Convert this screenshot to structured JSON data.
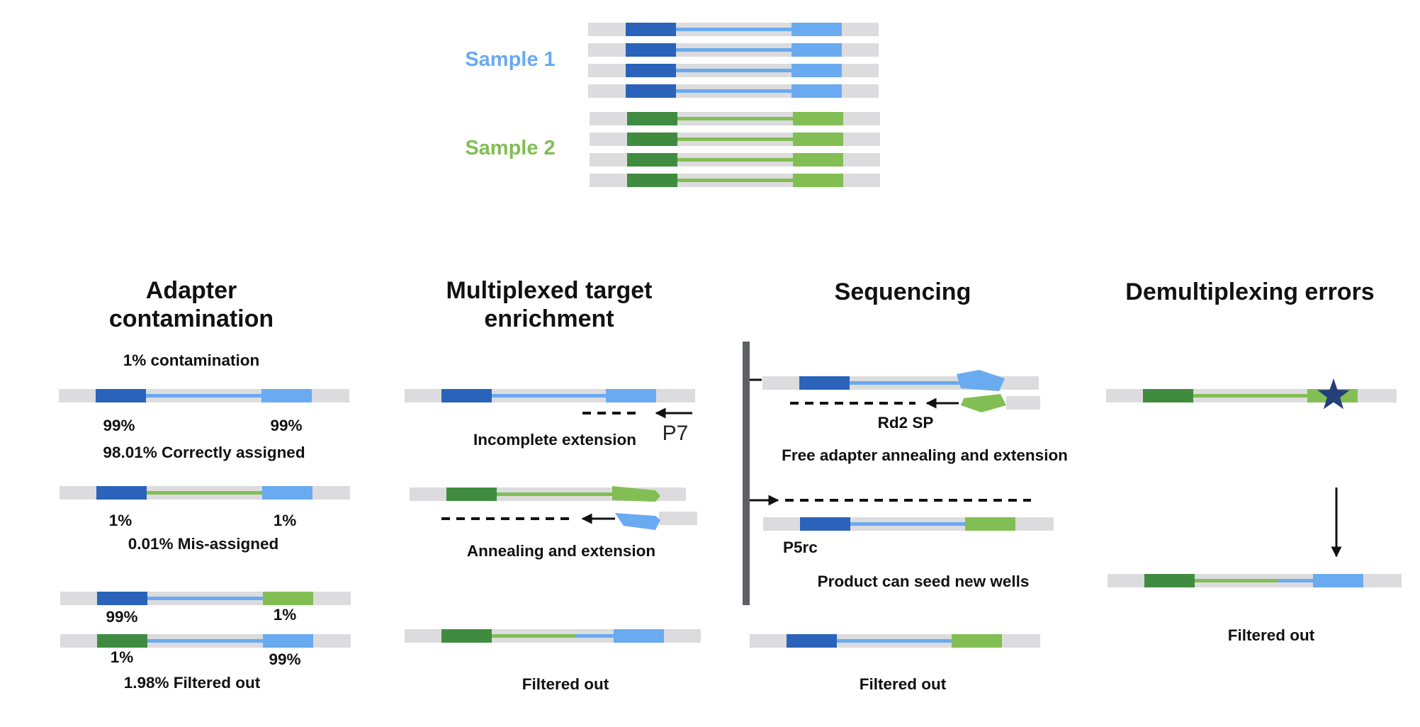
{
  "colors": {
    "s1_index": "#2a63b9",
    "s1_light": "#6aaaf0",
    "s2_index": "#3f8c40",
    "s2_light": "#82be54",
    "adapter_gray": "#dcdcde",
    "arrow": "#111111",
    "divider": "#5f6066",
    "star": "#243f7a"
  },
  "samples": [
    {
      "label": "Sample 1"
    },
    {
      "label": "Sample 2"
    }
  ],
  "sections": {
    "adapter": {
      "title": "Adapter\ncontamination",
      "contamination": "1% contamination",
      "pct_top_left": "99%",
      "pct_top_right": "99%",
      "correct": "98.01% Correctly assigned",
      "pct_mid_left": "1%",
      "pct_mid_right": "1%",
      "misassigned": "0.01% Mis-assigned",
      "pct_b1_left": "99%",
      "pct_b1_right": "1%",
      "pct_b2_left": "1%",
      "pct_b2_right": "99%",
      "filtered": "1.98% Filtered out"
    },
    "multiplex": {
      "title": "Multiplexed target\nenrichment",
      "p7": "P7",
      "incomplete": "Incomplete extension",
      "annealing": "Annealing and extension",
      "filtered": "Filtered out"
    },
    "sequencing": {
      "title": "Sequencing",
      "rd2": "Rd2 SP",
      "free_adapter": "Free adapter annealing and extension",
      "p5rc": "P5rc",
      "seed": "Product can seed new wells",
      "filtered": "Filtered out"
    },
    "demux": {
      "title": "Demultiplexing errors",
      "filtered": "Filtered out"
    }
  }
}
